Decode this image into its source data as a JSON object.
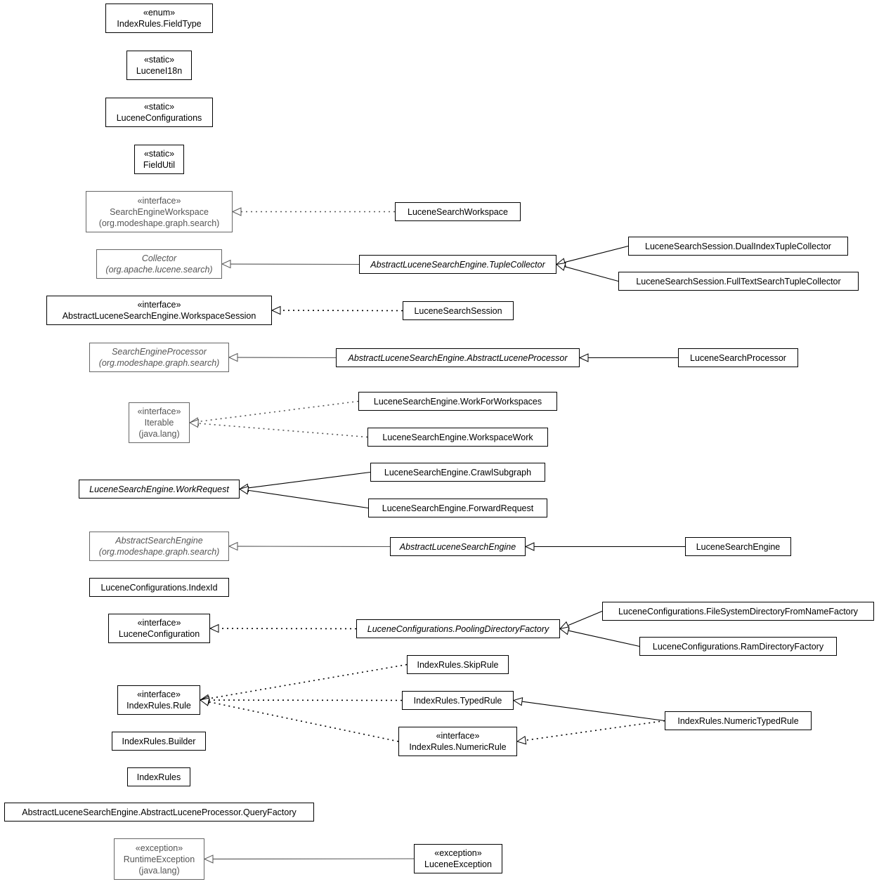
{
  "colors": {
    "line": "#000000",
    "external_line": "#555555",
    "external_border": "#666666",
    "external_text": "#555555"
  },
  "nodes": {
    "fieldtype": {
      "stereotype": "«enum»",
      "name": "IndexRules.FieldType"
    },
    "lucenei18n": {
      "stereotype": "«static»",
      "name": "LuceneI18n"
    },
    "luceneconfigurations": {
      "stereotype": "«static»",
      "name": "LuceneConfigurations"
    },
    "fieldutil": {
      "stereotype": "«static»",
      "name": "FieldUtil"
    },
    "searchengineworkspace": {
      "stereotype": "«interface»",
      "name": "SearchEngineWorkspace",
      "package": "(org.modeshape.graph.search)"
    },
    "lucenesearchworkspace": {
      "name": "LuceneSearchWorkspace"
    },
    "collector": {
      "name": "Collector",
      "package": "(org.apache.lucene.search)"
    },
    "tuplecollector": {
      "name": "AbstractLuceneSearchEngine.TupleCollector"
    },
    "dualindextuplecollector": {
      "name": "LuceneSearchSession.DualIndexTupleCollector"
    },
    "fulltextsearchtuplecollector": {
      "name": "LuceneSearchSession.FullTextSearchTupleCollector"
    },
    "workspacesession": {
      "stereotype": "«interface»",
      "name": "AbstractLuceneSearchEngine.WorkspaceSession"
    },
    "lucenesearchsession": {
      "name": "LuceneSearchSession"
    },
    "searchengineprocessor": {
      "name": "SearchEngineProcessor",
      "package": "(org.modeshape.graph.search)"
    },
    "abstractluceneprocessor": {
      "name": "AbstractLuceneSearchEngine.AbstractLuceneProcessor"
    },
    "lucenesearchprocessor": {
      "name": "LuceneSearchProcessor"
    },
    "iterable": {
      "stereotype": "«interface»",
      "name": "Iterable",
      "package": "(java.lang)"
    },
    "workforworkspaces": {
      "name": "LuceneSearchEngine.WorkForWorkspaces"
    },
    "workspacework": {
      "name": "LuceneSearchEngine.WorkspaceWork"
    },
    "workrequest": {
      "name": "LuceneSearchEngine.WorkRequest"
    },
    "crawlsubgraph": {
      "name": "LuceneSearchEngine.CrawlSubgraph"
    },
    "forwardrequest": {
      "name": "LuceneSearchEngine.ForwardRequest"
    },
    "abstractsearchengine": {
      "name": "AbstractSearchEngine",
      "package": "(org.modeshape.graph.search)"
    },
    "abstractlucenesearchengine": {
      "name": "AbstractLuceneSearchEngine"
    },
    "lucenesearchengine": {
      "name": "LuceneSearchEngine"
    },
    "indexid": {
      "name": "LuceneConfigurations.IndexId"
    },
    "luceneconfiguration": {
      "stereotype": "«interface»",
      "name": "LuceneConfiguration"
    },
    "poolingdirectoryfactory": {
      "name": "LuceneConfigurations.PoolingDirectoryFactory"
    },
    "filesystemdirectoryfromnamefactory": {
      "name": "LuceneConfigurations.FileSystemDirectoryFromNameFactory"
    },
    "ramdirectoryfactory": {
      "name": "LuceneConfigurations.RamDirectoryFactory"
    },
    "skiprule": {
      "name": "IndexRules.SkipRule"
    },
    "rule": {
      "stereotype": "«interface»",
      "name": "IndexRules.Rule"
    },
    "typedrule": {
      "name": "IndexRules.TypedRule"
    },
    "numerictypedrule": {
      "name": "IndexRules.NumericTypedRule"
    },
    "builder": {
      "name": "IndexRules.Builder"
    },
    "numericrule": {
      "stereotype": "«interface»",
      "name": "IndexRules.NumericRule"
    },
    "indexrules": {
      "name": "IndexRules"
    },
    "queryfactory": {
      "name": "AbstractLuceneSearchEngine.AbstractLuceneProcessor.QueryFactory"
    },
    "runtimeexception": {
      "stereotype": "«exception»",
      "name": "RuntimeException",
      "package": "(java.lang)"
    },
    "luceneexception": {
      "stereotype": "«exception»",
      "name": "LuceneException"
    }
  },
  "edges": [
    {
      "from": "lucenesearchworkspace",
      "to": "searchengineworkspace",
      "kind": "realization"
    },
    {
      "from": "tuplecollector",
      "to": "collector",
      "kind": "generalization"
    },
    {
      "from": "dualindextuplecollector",
      "to": "tuplecollector",
      "kind": "generalization"
    },
    {
      "from": "fulltextsearchtuplecollector",
      "to": "tuplecollector",
      "kind": "generalization"
    },
    {
      "from": "lucenesearchsession",
      "to": "workspacesession",
      "kind": "realization"
    },
    {
      "from": "abstractluceneprocessor",
      "to": "searchengineprocessor",
      "kind": "generalization"
    },
    {
      "from": "lucenesearchprocessor",
      "to": "abstractluceneprocessor",
      "kind": "generalization"
    },
    {
      "from": "workforworkspaces",
      "to": "iterable",
      "kind": "realization"
    },
    {
      "from": "workspacework",
      "to": "iterable",
      "kind": "realization"
    },
    {
      "from": "crawlsubgraph",
      "to": "workrequest",
      "kind": "generalization"
    },
    {
      "from": "forwardrequest",
      "to": "workrequest",
      "kind": "generalization"
    },
    {
      "from": "abstractlucenesearchengine",
      "to": "abstractsearchengine",
      "kind": "generalization"
    },
    {
      "from": "lucenesearchengine",
      "to": "abstractlucenesearchengine",
      "kind": "generalization"
    },
    {
      "from": "poolingdirectoryfactory",
      "to": "luceneconfiguration",
      "kind": "realization"
    },
    {
      "from": "filesystemdirectoryfromnamefactory",
      "to": "poolingdirectoryfactory",
      "kind": "generalization"
    },
    {
      "from": "ramdirectoryfactory",
      "to": "poolingdirectoryfactory",
      "kind": "generalization"
    },
    {
      "from": "skiprule",
      "to": "rule",
      "kind": "realization"
    },
    {
      "from": "typedrule",
      "to": "rule",
      "kind": "realization"
    },
    {
      "from": "numericrule",
      "to": "rule",
      "kind": "realization"
    },
    {
      "from": "numerictypedrule",
      "to": "typedrule",
      "kind": "generalization"
    },
    {
      "from": "numerictypedrule",
      "to": "numericrule",
      "kind": "realization"
    },
    {
      "from": "luceneexception",
      "to": "runtimeexception",
      "kind": "generalization"
    }
  ]
}
